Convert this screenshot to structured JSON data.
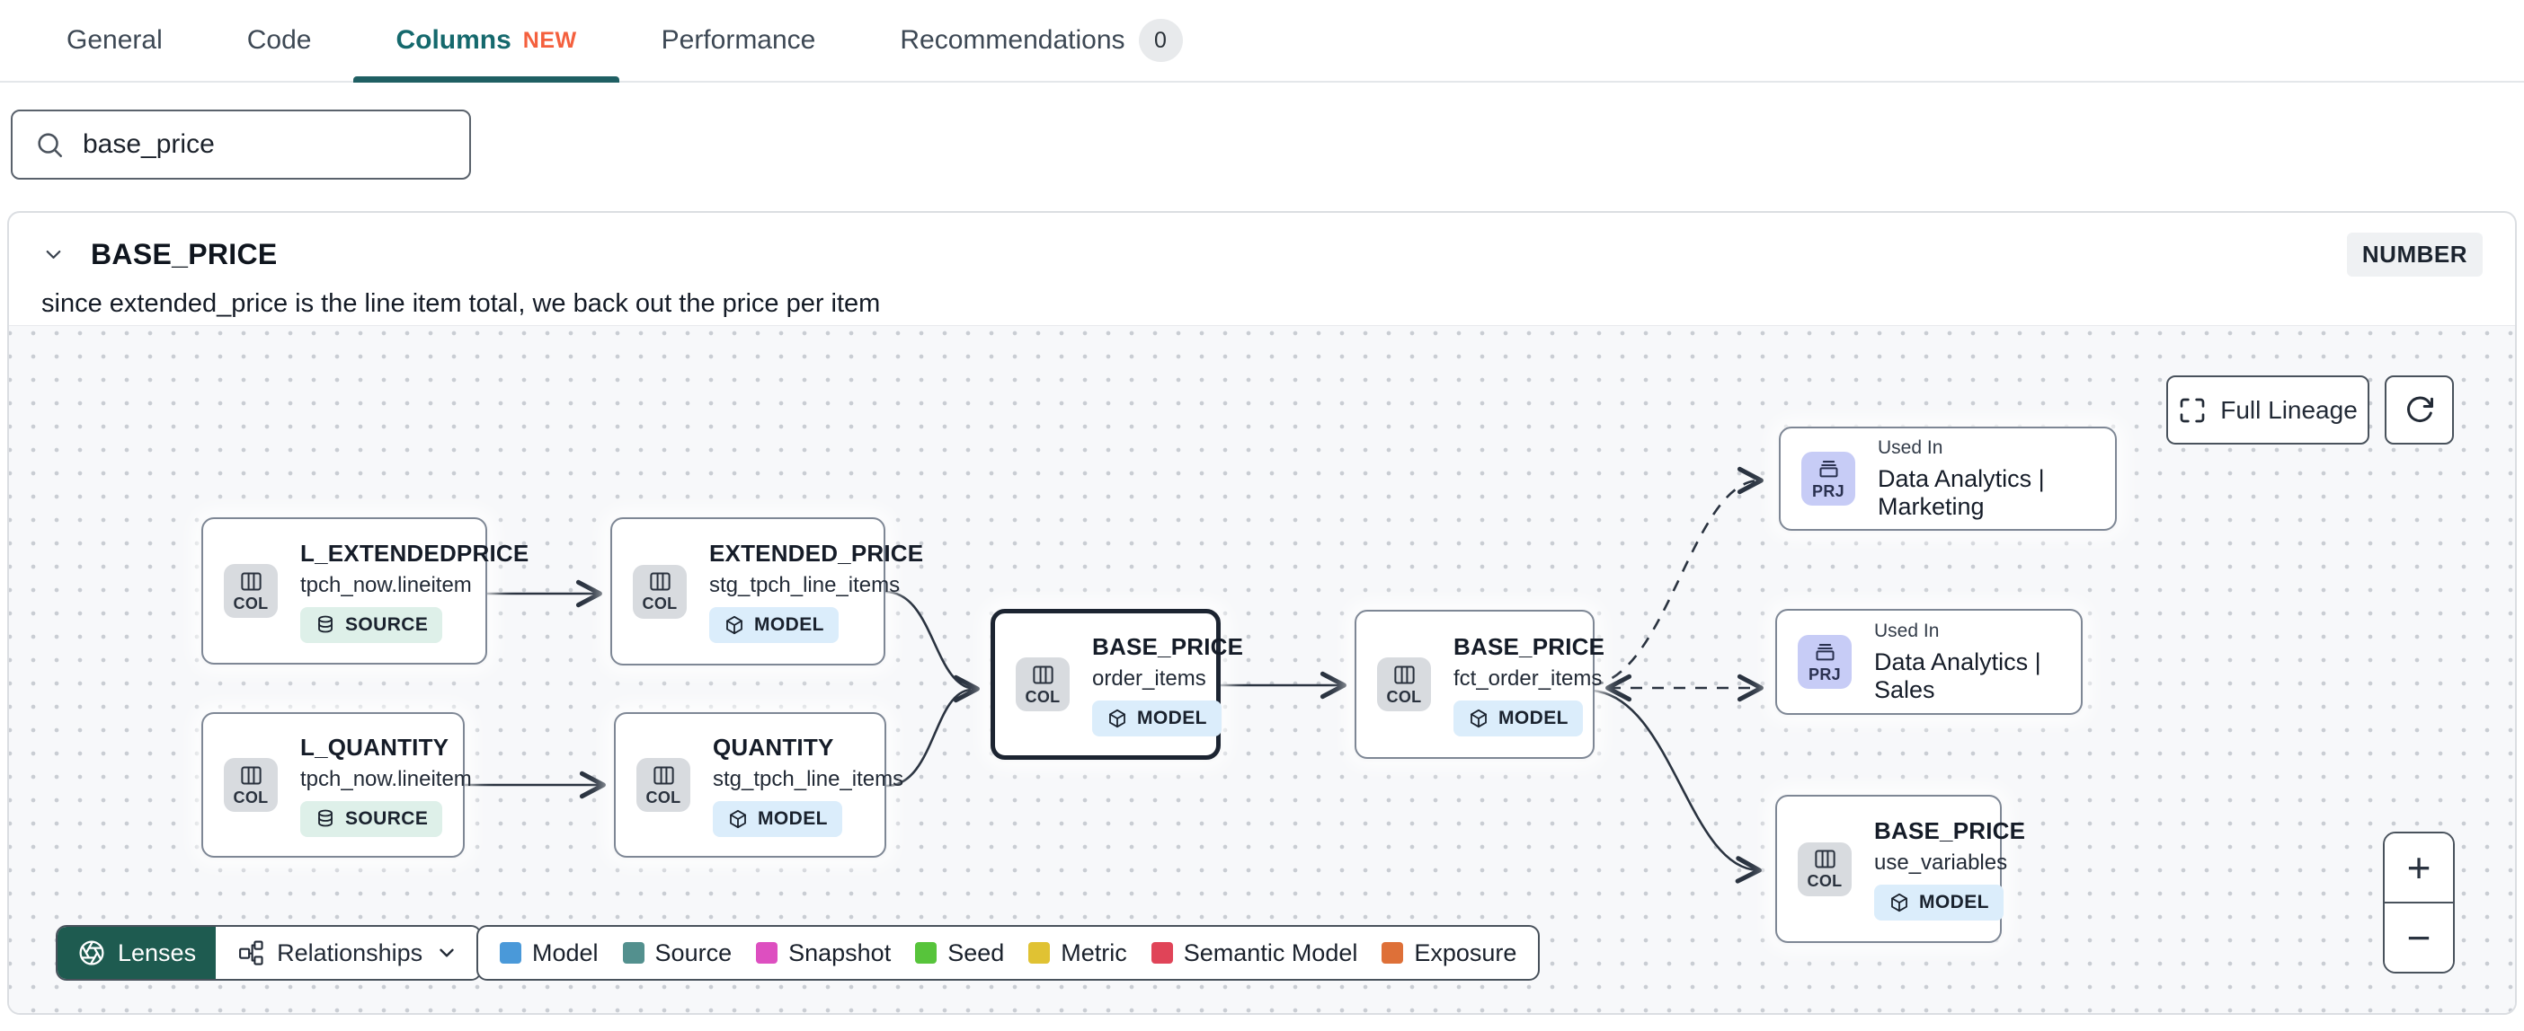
{
  "tabs": {
    "items": [
      {
        "label": "General"
      },
      {
        "label": "Code"
      },
      {
        "label": "Columns",
        "badge": "NEW"
      },
      {
        "label": "Performance"
      },
      {
        "label": "Recommendations",
        "count": "0"
      }
    ]
  },
  "search": {
    "value": "base_price"
  },
  "column_panel": {
    "name": "BASE_PRICE",
    "type_badge": "NUMBER",
    "description": "since extended_price is the line item total, we back out the price per item"
  },
  "lineage": {
    "full_lineage_label": "Full Lineage",
    "toolbar": {
      "lenses_label": "Lenses",
      "relationships_label": "Relationships"
    },
    "zoom_in_label": "+",
    "zoom_out_label": "−",
    "chip_col": "COL",
    "chip_prj": "PRJ",
    "used_in_label": "Used In",
    "nodes": [
      {
        "title": "L_EXTENDEDPRICE",
        "subtitle": "tpch_now.lineitem",
        "badge": "SOURCE"
      },
      {
        "title": "EXTENDED_PRICE",
        "subtitle": "stg_tpch_line_items",
        "badge": "MODEL"
      },
      {
        "title": "L_QUANTITY",
        "subtitle": "tpch_now.lineitem",
        "badge": "SOURCE"
      },
      {
        "title": "QUANTITY",
        "subtitle": "stg_tpch_line_items",
        "badge": "MODEL"
      },
      {
        "title": "BASE_PRICE",
        "subtitle": "order_items",
        "badge": "MODEL",
        "selected": true
      },
      {
        "title": "BASE_PRICE",
        "subtitle": "fct_order_items",
        "badge": "MODEL"
      },
      {
        "label": "Used In",
        "title": "Data Analytics | Marketing"
      },
      {
        "label": "Used In",
        "title": "Data Analytics | Sales"
      },
      {
        "title": "BASE_PRICE",
        "subtitle": "use_variables",
        "badge": "MODEL"
      }
    ],
    "legend": {
      "items": [
        {
          "label": "Model",
          "color": "#4A99D9"
        },
        {
          "label": "Source",
          "color": "#53908E"
        },
        {
          "label": "Snapshot",
          "color": "#DD4FC0"
        },
        {
          "label": "Seed",
          "color": "#57C43B"
        },
        {
          "label": "Metric",
          "color": "#E0C233"
        },
        {
          "label": "Semantic Model",
          "color": "#E04458"
        },
        {
          "label": "Exposure",
          "color": "#DE7038"
        }
      ]
    },
    "colors": {
      "active_tab_teal": "#15696D",
      "tab_underline": "#1F5F63",
      "new_badge_orange": "#F4603E",
      "lenses_green": "#1E5B50",
      "edge_color": "#2A3340",
      "selected_node_border": "#1C2431"
    }
  }
}
